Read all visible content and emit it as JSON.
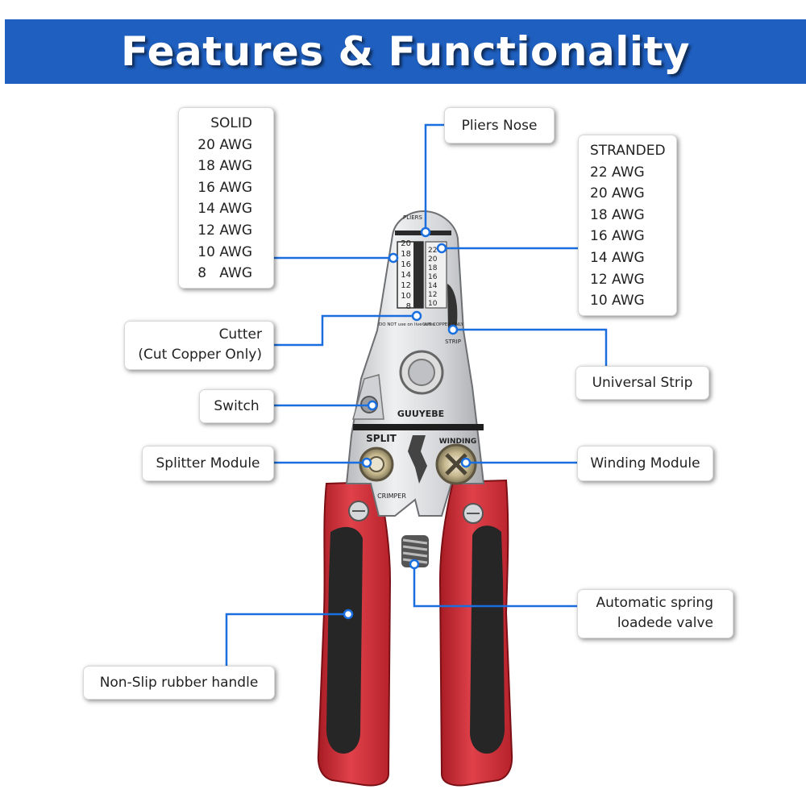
{
  "header": {
    "title": "Features & Functionality"
  },
  "solid_card": {
    "heading": "SOLID",
    "items": [
      "20 AWG",
      "18 AWG",
      "16 AWG",
      "14 AWG",
      "12 AWG",
      "10 AWG",
      "8   AWG"
    ]
  },
  "stranded_card": {
    "heading": "STRANDED",
    "items": [
      "22 AWG",
      "20 AWG",
      "18 AWG",
      "16 AWG",
      "14 AWG",
      "12 AWG",
      "10 AWG"
    ]
  },
  "labels": {
    "pliers_nose": "Pliers Nose",
    "cutter_line1": "Cutter",
    "cutter_line2": "(Cut Copper Only)",
    "switch": "Switch",
    "splitter_module": "Splitter Module",
    "universal_strip": "Universal Strip",
    "winding_module": "Winding Module",
    "spring_line1": "Automatic spring",
    "spring_line2": "loadede valve",
    "handle": "Non-Slip rubber handle"
  },
  "tool": {
    "brand": "GUUYEBE",
    "nose_mark": "PLIERS",
    "split_mark": "SPLIT",
    "winding_mark": "WINDING",
    "crimper_mark": "CRIMPER",
    "strip_mark": "STRIP",
    "cut_mark": "CUT COPPER ONLY",
    "warning_mark": "DO NOT use on live wires",
    "solid_gauges": [
      "20",
      "18",
      "16",
      "14",
      "12",
      "10",
      "8"
    ],
    "stranded_gauges": [
      "22",
      "20",
      "18",
      "16",
      "14",
      "12",
      "10"
    ]
  },
  "colors": {
    "banner": "#1f5fbf",
    "leader": "#1a6fe0",
    "handle_red": "#cc2a32",
    "handle_black": "#222222",
    "steel": "#d9dadc"
  }
}
